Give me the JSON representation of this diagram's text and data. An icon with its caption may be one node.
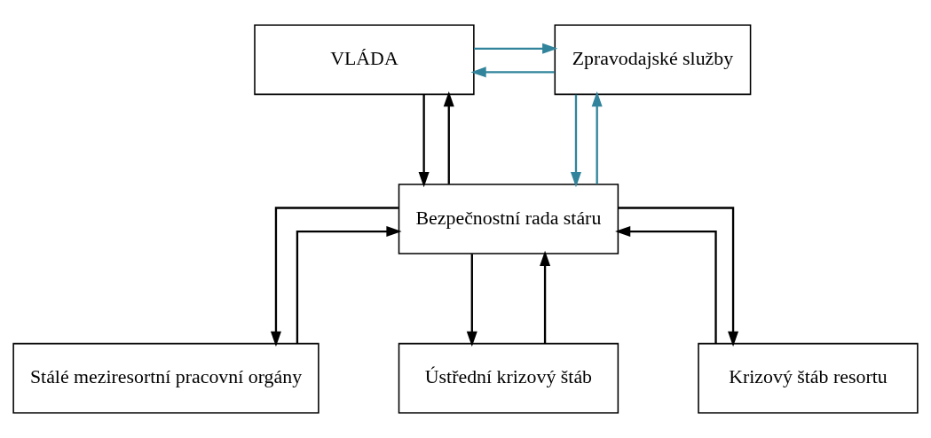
{
  "diagram": {
    "nodes": [
      {
        "text": [
          "VLÁDA"
        ]
      },
      {
        "text": [
          "Zpravodajské služby"
        ]
      },
      {
        "text": [
          "Bezpečnostní rada stáru"
        ]
      },
      {
        "text": [
          "Stálé meziresortní pracovní orgány"
        ]
      },
      {
        "text": [
          "Ústřední krizový štáb"
        ]
      },
      {
        "text": [
          "Krizový štáb resortu"
        ]
      }
    ],
    "edges": [
      {
        "from": 0,
        "to": 1,
        "arrow": "to",
        "color": "#31849b"
      },
      {
        "from": 1,
        "to": 0,
        "arrow": "to",
        "color": "#31849b"
      },
      {
        "from": 0,
        "to": 2,
        "arrow": "to"
      },
      {
        "from": 2,
        "to": 0,
        "arrow": "to"
      },
      {
        "from": 1,
        "to": 2,
        "arrow": "to",
        "color": "#31849b"
      },
      {
        "from": 2,
        "to": 1,
        "arrow": "to",
        "color": "#31849b"
      },
      {
        "from": 2,
        "to": 3,
        "arrow": "to"
      },
      {
        "from": 2,
        "to": 4,
        "arrow": "to"
      },
      {
        "from": 2,
        "to": 5,
        "arrow": "to"
      },
      {
        "from": 3,
        "to": 2,
        "arrow": "to"
      },
      {
        "from": 4,
        "to": 2,
        "arrow": "to"
      },
      {
        "from": 5,
        "to": 2,
        "arrow": "to"
      }
    ]
  }
}
